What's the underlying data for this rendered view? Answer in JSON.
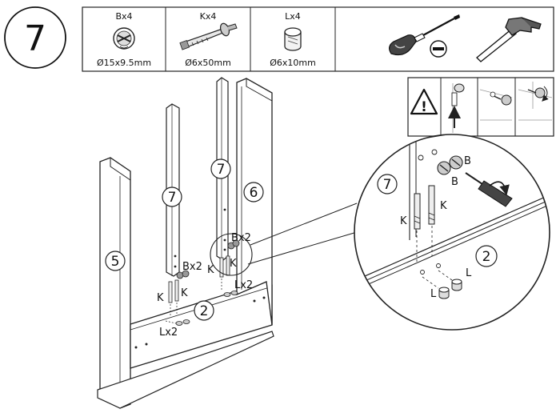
{
  "step": {
    "number": "7"
  },
  "parts": [
    {
      "icon": "cam-lock-icon",
      "qty": "Bx4",
      "size": "Ø15x9.5mm"
    },
    {
      "icon": "cam-bolt-icon",
      "qty": "Kx4",
      "size": "Ø6x50mm"
    },
    {
      "icon": "wooden-dowel-icon",
      "qty": "Lx4",
      "size": "Ø6x10mm"
    }
  ],
  "tools": [
    "screwdriver-icon",
    "flathead-bit-icon",
    "hammer-icon"
  ],
  "warning": {
    "icon": "warning-icon",
    "mark": "!"
  },
  "assembly": {
    "panel_5": "5",
    "panel_6": "6",
    "panel_7_left": "7",
    "panel_7_right": "7",
    "panel_2": "2",
    "bx2_left": "Bx2",
    "bx2_right": "Bx2",
    "k_a": "K",
    "k_b": "K",
    "k_c": "K",
    "k_d": "K",
    "lx2_left": "Lx2",
    "lx2_right": "Lx2"
  },
  "detail": {
    "panel_7": "7",
    "panel_2": "2",
    "b_top": "B",
    "b_bottom": "B",
    "k_left": "K",
    "k_right": "K",
    "l_right": "L",
    "l_bottom": "L"
  }
}
